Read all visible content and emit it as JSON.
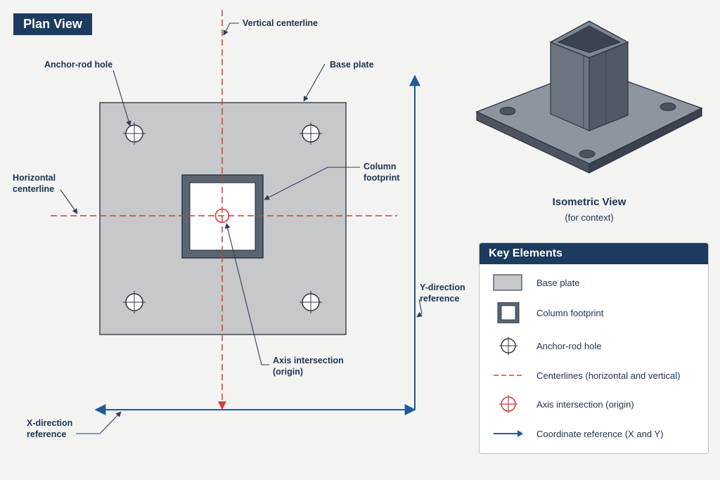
{
  "plan_view": {
    "title": "Plan View",
    "labels": {
      "vertical_centerline": "Vertical centerline",
      "anchor_rod_hole": "Anchor-rod hole",
      "base_plate": "Base plate",
      "column_footprint": [
        "Column",
        "footprint"
      ],
      "horizontal_centerline": [
        "Horizontal",
        "centerline"
      ],
      "axis_intersection": [
        "Axis intersection",
        "(origin)"
      ],
      "y_direction_reference": [
        "Y-direction",
        "reference"
      ],
      "x_direction_reference": [
        "X-direction",
        "reference"
      ]
    }
  },
  "isometric_view": {
    "title": "Isometric View",
    "subtitle": "(for context)"
  },
  "key": {
    "title": "Key Elements",
    "items": [
      {
        "icon": "base-plate-swatch",
        "label": "Base plate"
      },
      {
        "icon": "column-footprint-swatch",
        "label": "Column footprint"
      },
      {
        "icon": "anchor-rod-hole-icon",
        "label": "Anchor-rod hole"
      },
      {
        "icon": "dashed-centerline-icon",
        "label": "Centerlines (horizontal and vertical)"
      },
      {
        "icon": "axis-intersection-icon",
        "label": "Axis intersection (origin)"
      },
      {
        "icon": "arrow-right-icon",
        "label": "Coordinate reference (X and Y)"
      }
    ]
  },
  "colors": {
    "plate_fill": "#c6c8ca",
    "outline": "#3b4754",
    "centerline": "#d93a3a",
    "reference_arrow": "#1d5c99",
    "navy": "#1c3b5e",
    "label_text": "#1c3350"
  }
}
